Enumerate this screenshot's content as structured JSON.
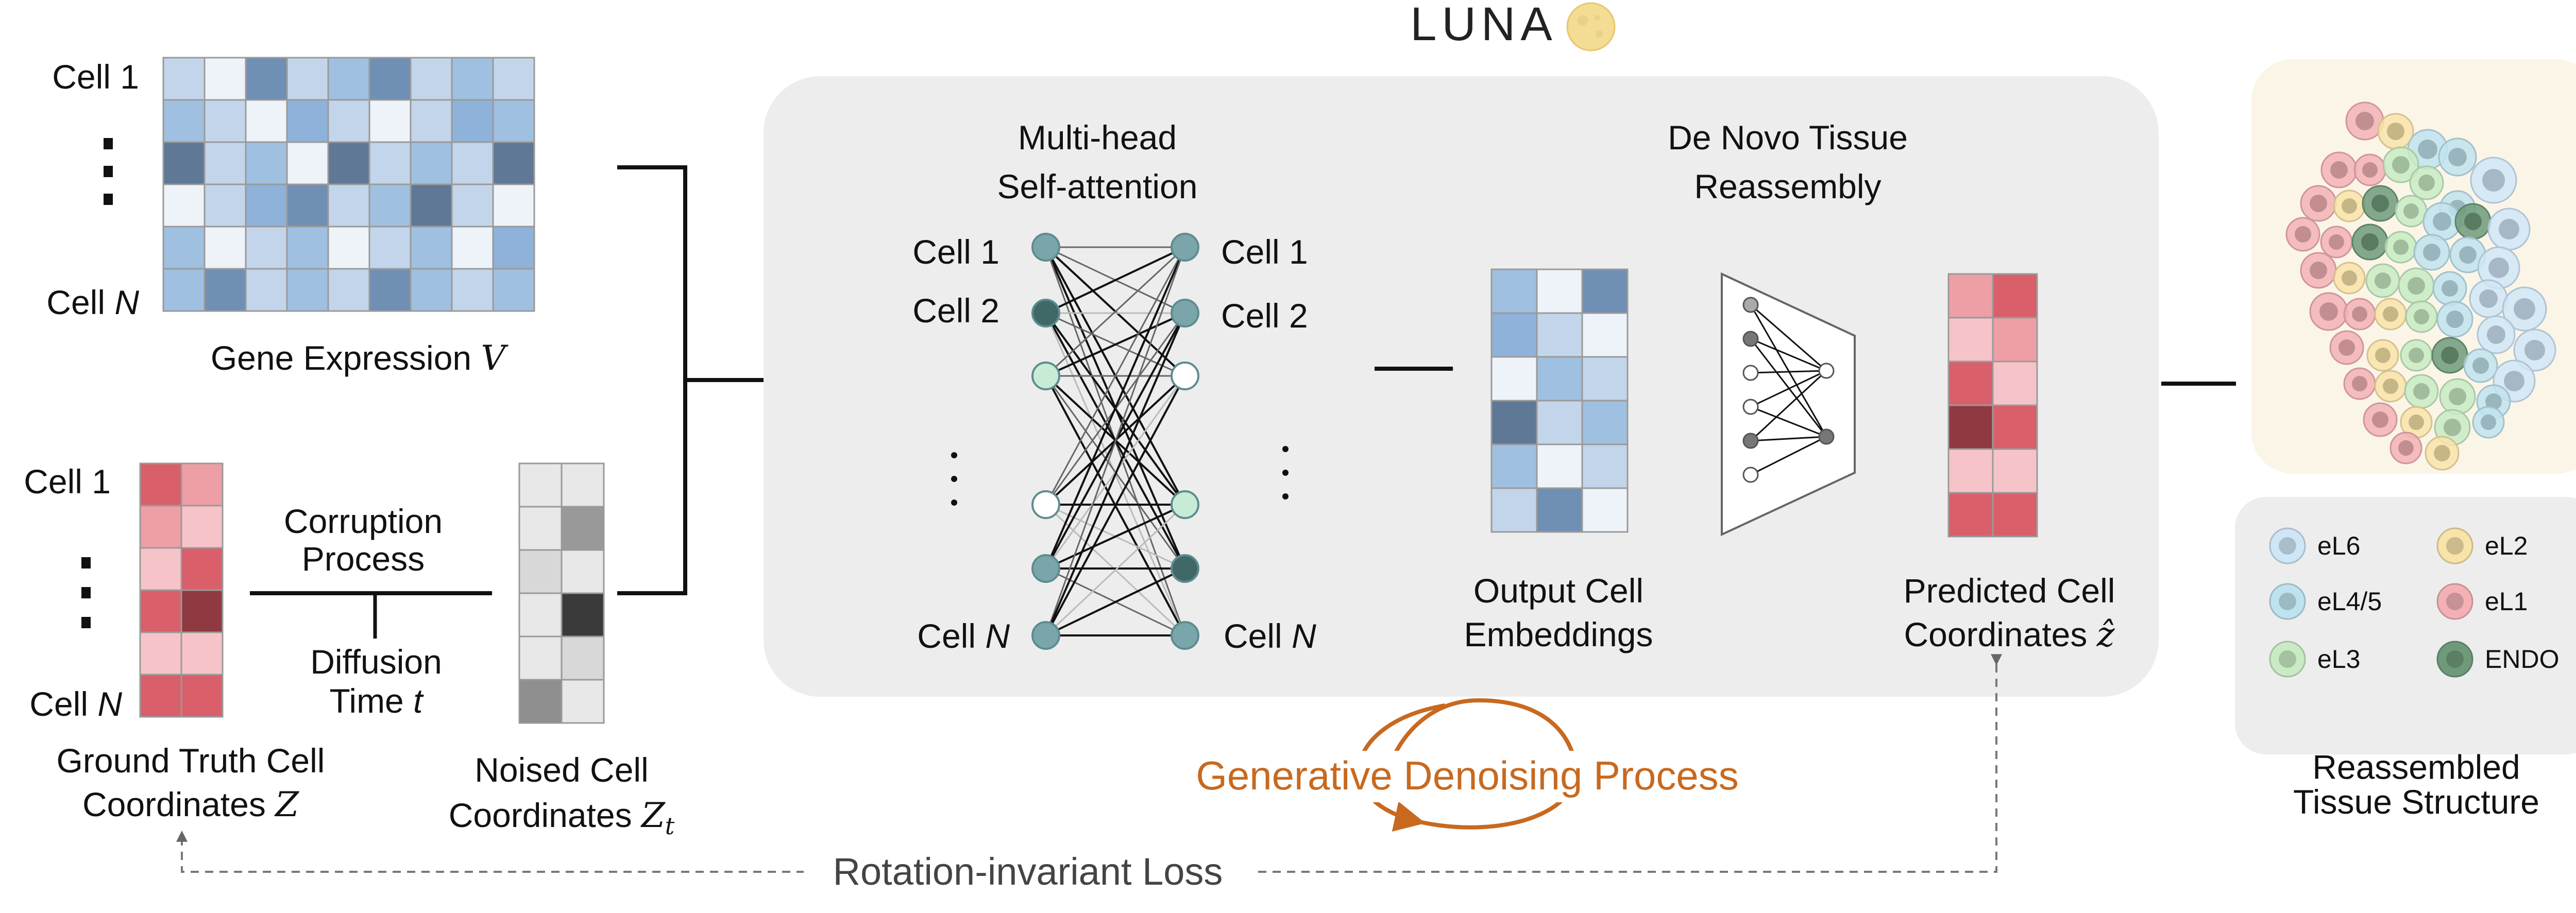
{
  "title": "LUNA",
  "colors": {
    "panel": "#ededed",
    "denoise": "#c8691f",
    "dash": "#777777",
    "tissue_bg": "#fbf5e8",
    "legend_bg": "#ededed",
    "moon": "#f3dc93"
  },
  "gene_expression": {
    "row_first": "Cell 1",
    "row_last_prefix": "Cell ",
    "row_last_var": "N",
    "label_text": "Gene Expression ",
    "label_var": "V",
    "cells": [
      [
        "#c3d5ea",
        "#eef3f9",
        "#6f90b4",
        "#c3d5ea",
        "#9fc0e0",
        "#6f90b4",
        "#c3d5ea",
        "#9fc0e0",
        "#c3d5ea"
      ],
      [
        "#9fc0e0",
        "#c3d5ea",
        "#eef3f9",
        "#8eb2d9",
        "#c3d5ea",
        "#eef3f9",
        "#c3d5ea",
        "#8eb2d9",
        "#9fc0e0"
      ],
      [
        "#5f7896",
        "#c3d5ea",
        "#9fc0e0",
        "#eef3f9",
        "#5f7896",
        "#c3d5ea",
        "#9fc0e0",
        "#c3d5ea",
        "#5f7896"
      ],
      [
        "#eef3f9",
        "#c3d5ea",
        "#8eb2d9",
        "#6f90b4",
        "#c3d5ea",
        "#9fc0e0",
        "#5f7896",
        "#c3d5ea",
        "#eef3f9"
      ],
      [
        "#9fc0e0",
        "#eef3f9",
        "#c3d5ea",
        "#9fc0e0",
        "#eef3f9",
        "#c3d5ea",
        "#9fc0e0",
        "#eef3f9",
        "#8eb2d9"
      ],
      [
        "#9fc0e0",
        "#6f90b4",
        "#c3d5ea",
        "#9fc0e0",
        "#c3d5ea",
        "#6f90b4",
        "#9fc0e0",
        "#c3d5ea",
        "#9fc0e0"
      ]
    ]
  },
  "ground_truth": {
    "row_first": "Cell 1",
    "row_last_prefix": "Cell ",
    "row_last_var": "N",
    "label_line1": "Ground Truth Cell",
    "label_line2": "Coordinates ",
    "label_var": "Z",
    "cells": [
      [
        "#d95f6a",
        "#ee9ea5"
      ],
      [
        "#ee9ea5",
        "#f6c4c8"
      ],
      [
        "#f6c4c8",
        "#d95f6a"
      ],
      [
        "#d95f6a",
        "#8f3a40"
      ],
      [
        "#f6c4c8",
        "#f6c4c8"
      ],
      [
        "#d95f6a",
        "#d95f6a"
      ]
    ]
  },
  "corruption": {
    "line1": "Corruption",
    "line2": "Process",
    "time_line1": "Diffusion",
    "time_line2": "Time ",
    "time_var": "t"
  },
  "noised": {
    "label_line1": "Noised Cell",
    "label_line2": "Coordinates ",
    "label_var": "Z",
    "label_sub": "t",
    "cells": [
      [
        "#e8e8e8",
        "#e8e8e8"
      ],
      [
        "#e8e8e8",
        "#999999"
      ],
      [
        "#d8d8d8",
        "#e8e8e8"
      ],
      [
        "#e8e8e8",
        "#3a3a3a"
      ],
      [
        "#e8e8e8",
        "#d8d8d8"
      ],
      [
        "#8f8f8f",
        "#e8e8e8"
      ]
    ]
  },
  "attention": {
    "title_line1": "Multi-head",
    "title_line2": "Self-attention",
    "left_labels": [
      "Cell 1",
      "Cell 2"
    ],
    "right_labels": [
      "Cell 1",
      "Cell 2"
    ],
    "last_prefix": "Cell ",
    "last_var": "N",
    "left_nodes": [
      "#7aa6ab",
      "#3f6866",
      "#c6ecd5",
      "#ffffff",
      "#7aa6ab",
      "#7aa6ab"
    ],
    "right_nodes": [
      "#7aa6ab",
      "#7aa6ab",
      "#ffffff",
      "#c6ecd5",
      "#3f6866",
      "#7aa6ab"
    ]
  },
  "reassembly": {
    "title_line1": "De Novo Tissue",
    "title_line2": "Reassembly",
    "emb_label_line1": "Output Cell",
    "emb_label_line2": "Embeddings",
    "pred_label_line1": "Predicted Cell",
    "pred_label_line2": "Coordinates ",
    "pred_var": "ẑ",
    "emb_cells": [
      [
        "#9fc0e0",
        "#eef3f9",
        "#6f90b4"
      ],
      [
        "#8eb2d9",
        "#c3d5ea",
        "#eef3f9"
      ],
      [
        "#eef3f9",
        "#9fc0e0",
        "#c3d5ea"
      ],
      [
        "#5f7896",
        "#c3d5ea",
        "#9fc0e0"
      ],
      [
        "#9fc0e0",
        "#eef3f9",
        "#c3d5ea"
      ],
      [
        "#c3d5ea",
        "#6f90b4",
        "#eef3f9"
      ]
    ],
    "pred_cells": [
      [
        "#ee9ea5",
        "#d95f6a"
      ],
      [
        "#f6c4c8",
        "#ee9ea5"
      ],
      [
        "#d95f6a",
        "#f6c4c8"
      ],
      [
        "#8f3a40",
        "#d95f6a"
      ],
      [
        "#f6c4c8",
        "#f6c4c8"
      ],
      [
        "#d95f6a",
        "#d95f6a"
      ]
    ]
  },
  "denoising_label": "Generative Denoising Process",
  "loss_label": "Rotation-invariant Loss",
  "legend": [
    {
      "label": "eL6",
      "color": "#cfe6f7"
    },
    {
      "label": "eL2",
      "color": "#f8e3a8"
    },
    {
      "label": "eL4/5",
      "color": "#bfe3ee"
    },
    {
      "label": "eL1",
      "color": "#f3b1b6"
    },
    {
      "label": "eL3",
      "color": "#c8ebc3"
    },
    {
      "label": "ENDO",
      "color": "#6f9a7a"
    }
  ],
  "tissue_label_line1": "Reassembled",
  "tissue_label_line2": "Tissue Structure"
}
